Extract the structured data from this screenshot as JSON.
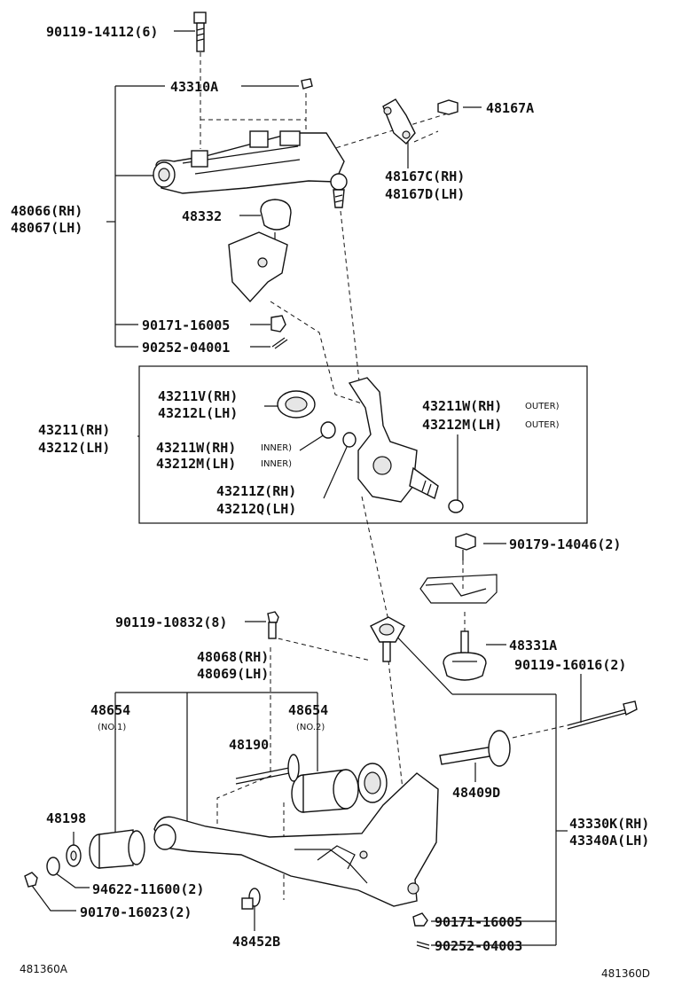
{
  "labels": {
    "bolt_top": "90119-14112(6)",
    "p43310a": "43310A",
    "p48167a": "48167A",
    "p48167c": "48167C(RH)",
    "p48167d": "48167D(LH)",
    "p48066": "48066(RH)",
    "p48067": "48067(LH)",
    "p48332": "48332",
    "nut_16005_top": "90171-16005",
    "pin_04001": "90252-04001",
    "p43211v": "43211V(RH)",
    "p43212l": "43212L(LH)",
    "p43211w_outer": "43211W(RH)",
    "p43212m_outer": "43212M(LH)",
    "outer1": "OUTER)",
    "outer2": "OUTER)",
    "p43211": "43211(RH)",
    "p43212": "43212(LH)",
    "p43211w_inner": "43211W(RH)",
    "p43212m_inner": "43212M(LH)",
    "inner1": "INNER)",
    "inner2": "INNER)",
    "p43211z": "43211Z(RH)",
    "p43212q": "43212Q(LH)",
    "bolt_14046": "90179-14046(2)",
    "bolt_10832": "90119-10832(8)",
    "p48331a": "48331A",
    "p48068": "48068(RH)",
    "p48069": "48069(LH)",
    "bolt_16016": "90119-16016(2)",
    "p48654_a": "48654",
    "no1": "(NO.1)",
    "p48654_b": "48654",
    "no2": "(NO.2)",
    "p48190": "48190",
    "p48409d": "48409D",
    "p48198": "48198",
    "p43330k": "43330K(RH)",
    "p43340a": "43340A(LH)",
    "washer_11600": "94622-11600(2)",
    "nut_16023": "90170-16023(2)",
    "p48452b": "48452B",
    "nut_16005_bot": "90171-16005",
    "pin_04003": "90252-04003",
    "foot_left": "481360A",
    "foot_right": "481360D"
  }
}
